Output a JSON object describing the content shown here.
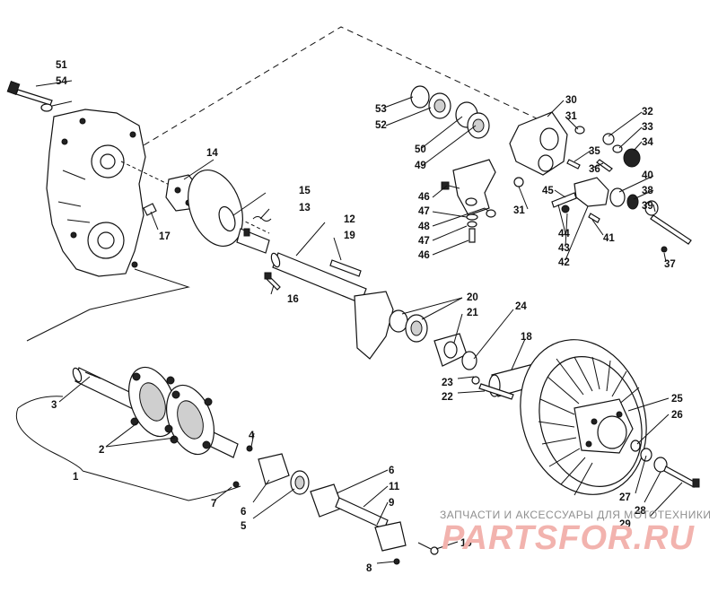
{
  "callouts": [
    {
      "id": "c51",
      "label": "51"
    },
    {
      "id": "c54",
      "label": "54"
    },
    {
      "id": "c14",
      "label": "14"
    },
    {
      "id": "c15",
      "label": "15"
    },
    {
      "id": "c13",
      "label": "13"
    },
    {
      "id": "c17",
      "label": "17"
    },
    {
      "id": "c16",
      "label": "16"
    },
    {
      "id": "c12",
      "label": "12"
    },
    {
      "id": "c19",
      "label": "19"
    },
    {
      "id": "c53",
      "label": "53"
    },
    {
      "id": "c52",
      "label": "52"
    },
    {
      "id": "c50",
      "label": "50"
    },
    {
      "id": "c49",
      "label": "49"
    },
    {
      "id": "c30",
      "label": "30"
    },
    {
      "id": "c31a",
      "label": "31"
    },
    {
      "id": "c32",
      "label": "32"
    },
    {
      "id": "c33",
      "label": "33"
    },
    {
      "id": "c34",
      "label": "34"
    },
    {
      "id": "c35",
      "label": "35"
    },
    {
      "id": "c36",
      "label": "36"
    },
    {
      "id": "c40",
      "label": "40"
    },
    {
      "id": "c38",
      "label": "38"
    },
    {
      "id": "c39",
      "label": "39"
    },
    {
      "id": "c46a",
      "label": "46"
    },
    {
      "id": "c47a",
      "label": "47"
    },
    {
      "id": "c48",
      "label": "48"
    },
    {
      "id": "c47b",
      "label": "47"
    },
    {
      "id": "c46b",
      "label": "46"
    },
    {
      "id": "c31b",
      "label": "31"
    },
    {
      "id": "c45",
      "label": "45"
    },
    {
      "id": "c44",
      "label": "44"
    },
    {
      "id": "c43",
      "label": "43"
    },
    {
      "id": "c42",
      "label": "42"
    },
    {
      "id": "c41",
      "label": "41"
    },
    {
      "id": "c37",
      "label": "37"
    },
    {
      "id": "c20",
      "label": "20"
    },
    {
      "id": "c21",
      "label": "21"
    },
    {
      "id": "c24",
      "label": "24"
    },
    {
      "id": "c18",
      "label": "18"
    },
    {
      "id": "c23",
      "label": "23"
    },
    {
      "id": "c22",
      "label": "22"
    },
    {
      "id": "c25",
      "label": "25"
    },
    {
      "id": "c26",
      "label": "26"
    },
    {
      "id": "c27",
      "label": "27"
    },
    {
      "id": "c28",
      "label": "28"
    },
    {
      "id": "c29",
      "label": "29"
    },
    {
      "id": "c3",
      "label": "3"
    },
    {
      "id": "c2",
      "label": "2"
    },
    {
      "id": "c1",
      "label": "1"
    },
    {
      "id": "c4",
      "label": "4"
    },
    {
      "id": "c7",
      "label": "7"
    },
    {
      "id": "c6a",
      "label": "6"
    },
    {
      "id": "c5",
      "label": "5"
    },
    {
      "id": "c6b",
      "label": "6"
    },
    {
      "id": "c11",
      "label": "11"
    },
    {
      "id": "c9",
      "label": "9"
    },
    {
      "id": "c10",
      "label": "10"
    },
    {
      "id": "c8",
      "label": "8"
    }
  ],
  "watermark": {
    "text": "ЗАПЧАСТИ И АКСЕССУАРЫ ДЛЯ МОТОТЕХНИКИ",
    "logo": "PARTSFOR.RU"
  }
}
